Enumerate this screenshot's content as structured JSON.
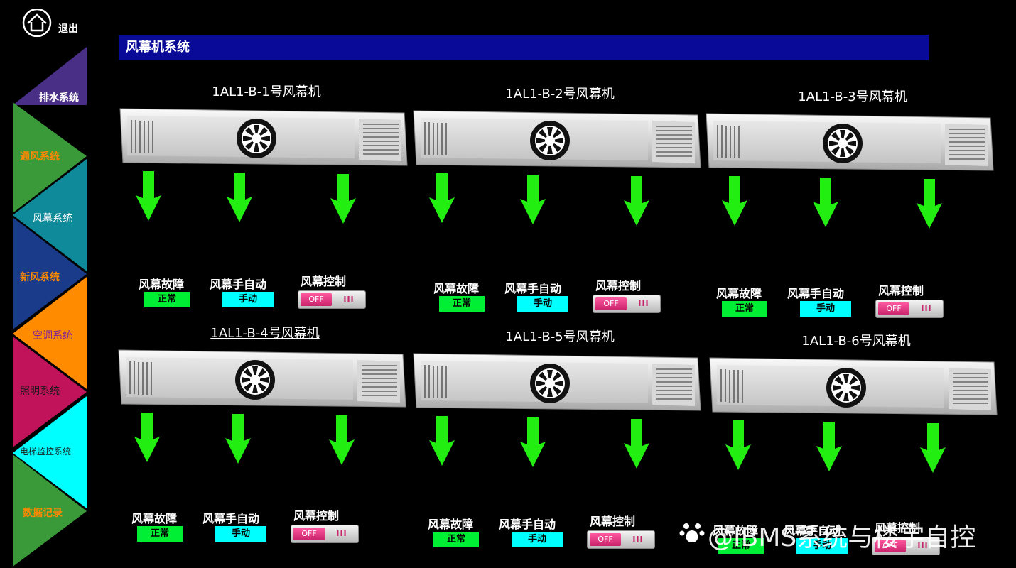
{
  "header": {
    "exit_label": "退出"
  },
  "page": {
    "title": "风幕机系统"
  },
  "nav": {
    "items": [
      {
        "label": "排水系统",
        "color": "#4a2f86",
        "text_color": "#ffffff",
        "active": false
      },
      {
        "label": "通风系统",
        "color": "#3a9a3a",
        "text_color": "#ff8800",
        "active": false
      },
      {
        "label": "风幕系统",
        "color": "#0f8a9a",
        "text_color": "#ffffff",
        "active": true
      },
      {
        "label": "新风系统",
        "color": "#1a3a8a",
        "text_color": "#ff8800",
        "active": false
      },
      {
        "label": "空调系统",
        "color": "#ff8c00",
        "text_color": "#7a1fa0",
        "active": false
      },
      {
        "label": "照明系统",
        "color": "#c0135a",
        "text_color": "#1a1a1a",
        "active": false
      },
      {
        "label": "电梯监控系统",
        "color": "#00ffff",
        "text_color": "#1a1a1a",
        "active": false
      },
      {
        "label": "数据记录",
        "color": "#3a9a3a",
        "text_color": "#ff8800",
        "active": false
      }
    ]
  },
  "units": [
    {
      "name": "1AL1-B-1号风幕机",
      "fault_label": "风幕故障",
      "fault_value": "正常",
      "mode_label": "风幕手自动",
      "mode_value": "手动",
      "control_label": "风幕控制",
      "control_value": "OFF"
    },
    {
      "name": "1AL1-B-2号风幕机",
      "fault_label": "风幕故障",
      "fault_value": "正常",
      "mode_label": "风幕手自动",
      "mode_value": "手动",
      "control_label": "风幕控制",
      "control_value": "OFF"
    },
    {
      "name": "1AL1-B-3号风幕机",
      "fault_label": "风幕故障",
      "fault_value": "正常",
      "mode_label": "风幕手自动",
      "mode_value": "手动",
      "control_label": "风幕控制",
      "control_value": "OFF"
    },
    {
      "name": "1AL1-B-4号风幕机",
      "fault_label": "风幕故障",
      "fault_value": "正常",
      "mode_label": "风幕手自动",
      "mode_value": "手动",
      "control_label": "风幕控制",
      "control_value": "OFF"
    },
    {
      "name": "1AL1-B-5号风幕机",
      "fault_label": "风幕故障",
      "fault_value": "正常",
      "mode_label": "风幕手自动",
      "mode_value": "手动",
      "control_label": "风幕控制",
      "control_value": "OFF"
    },
    {
      "name": "1AL1-B-6号风幕机",
      "fault_label": "风幕故障",
      "fault_value": "正常",
      "mode_label": "风幕手自动",
      "mode_value": "手动",
      "control_label": "风幕控制",
      "control_value": "OFF"
    }
  ],
  "watermark": {
    "text": "@IBMS系统与楼宇自控"
  },
  "colors": {
    "title_bar": "#0a0a99",
    "arrow": "#22ee11",
    "status_ok": "#00ee33",
    "mode_badge": "#00ffff",
    "toggle_off": "#d42a75"
  }
}
